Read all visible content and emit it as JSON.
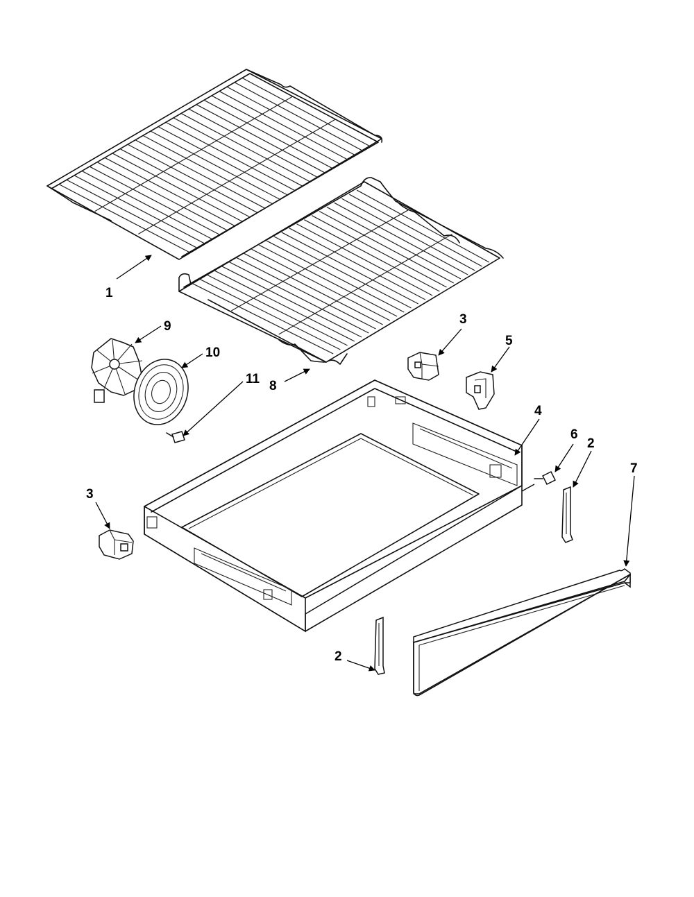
{
  "callouts": [
    {
      "id": "c1",
      "label": "1"
    },
    {
      "id": "c2a",
      "label": "2"
    },
    {
      "id": "c2b",
      "label": "2"
    },
    {
      "id": "c3a",
      "label": "3"
    },
    {
      "id": "c3b",
      "label": "3"
    },
    {
      "id": "c4",
      "label": "4"
    },
    {
      "id": "c5",
      "label": "5"
    },
    {
      "id": "c6",
      "label": "6"
    },
    {
      "id": "c7",
      "label": "7"
    },
    {
      "id": "c8",
      "label": "8"
    },
    {
      "id": "c9",
      "label": "9"
    },
    {
      "id": "c10",
      "label": "10"
    },
    {
      "id": "c11",
      "label": "11"
    }
  ]
}
